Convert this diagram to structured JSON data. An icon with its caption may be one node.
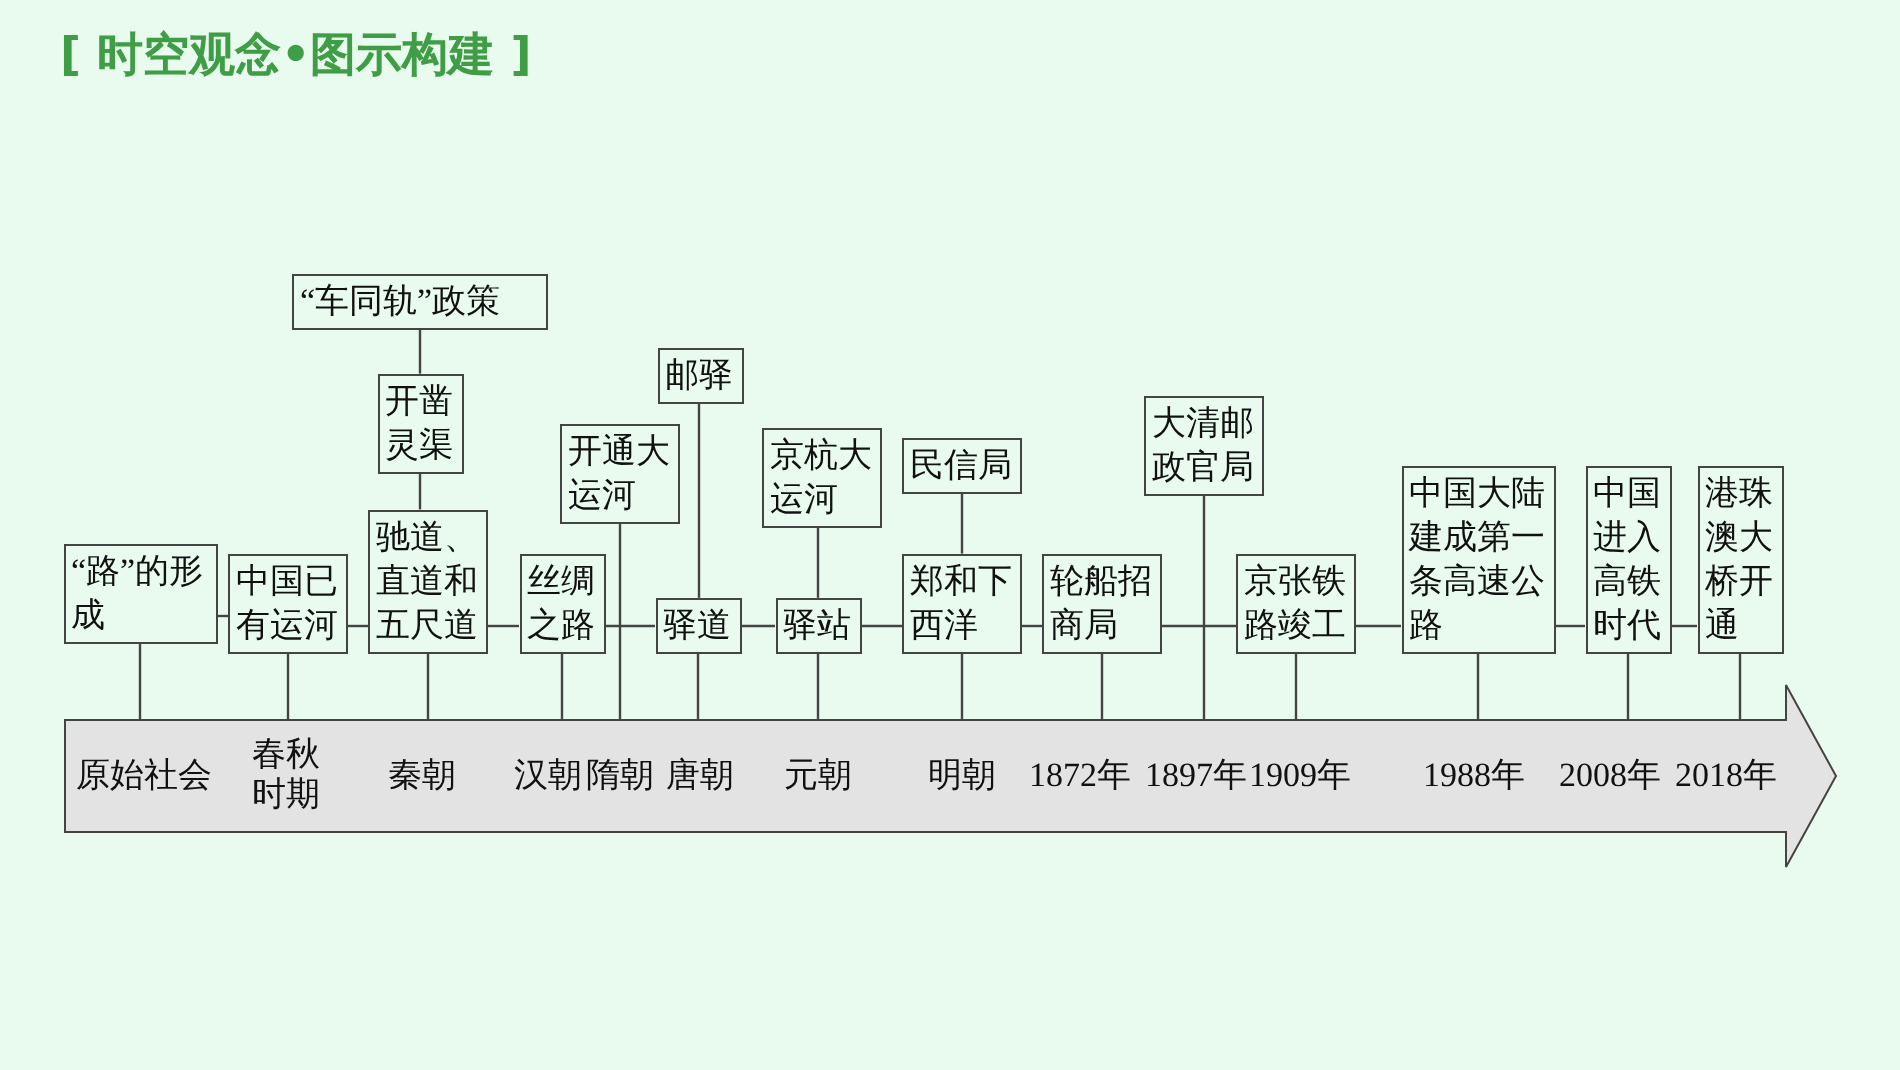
{
  "diagram": {
    "title": "[ 时空观念•图示构建 ]",
    "nodes": [
      {
        "text": [
          "“路”的形成"
        ]
      },
      {
        "text": [
          "中国已有运河"
        ]
      },
      {
        "text": [
          "“车同轨”政策"
        ]
      },
      {
        "text": [
          "开凿灵渠"
        ]
      },
      {
        "text": [
          "驰道、直道和五尺道"
        ]
      },
      {
        "text": [
          "丝绸之路"
        ]
      },
      {
        "text": [
          "开通大运河"
        ]
      },
      {
        "text": [
          "邮驿"
        ]
      },
      {
        "text": [
          "驿道"
        ]
      },
      {
        "text": [
          "京杭大运河"
        ]
      },
      {
        "text": [
          "驿站"
        ]
      },
      {
        "text": [
          "民信局"
        ]
      },
      {
        "text": [
          "郑和下西洋"
        ]
      },
      {
        "text": [
          "轮船招商局"
        ]
      },
      {
        "text": [
          "大清邮政官局"
        ]
      },
      {
        "text": [
          "京张铁路竣工"
        ]
      },
      {
        "text": [
          "中国大陆建成第一条高速公路"
        ]
      },
      {
        "text": [
          "中国进入高铁时代"
        ]
      },
      {
        "text": [
          "港珠澳大桥开通"
        ]
      },
      {
        "text": [
          "原始社会",
          "春秋时期",
          "秦朝",
          "汉朝",
          "隋朝",
          "唐朝",
          "元朝",
          "明朝",
          "1872年",
          "1897年",
          "1909年",
          "1988年",
          "2008年",
          "2018年"
        ]
      }
    ],
    "edges": [
      {
        "from": 0,
        "to": 1,
        "arrow": "none"
      },
      {
        "from": 1,
        "to": 4,
        "arrow": "none"
      },
      {
        "from": 4,
        "to": 5,
        "arrow": "none"
      },
      {
        "from": 5,
        "to": 8,
        "arrow": "none"
      },
      {
        "from": 8,
        "to": 10,
        "arrow": "none"
      },
      {
        "from": 10,
        "to": 12,
        "arrow": "none"
      },
      {
        "from": 12,
        "to": 13,
        "arrow": "none"
      },
      {
        "from": 13,
        "to": 15,
        "arrow": "none"
      },
      {
        "from": 15,
        "to": 16,
        "arrow": "none"
      },
      {
        "from": 16,
        "to": 17,
        "arrow": "none"
      },
      {
        "from": 17,
        "to": 18,
        "arrow": "none"
      },
      {
        "from": 2,
        "to": 3,
        "arrow": "none"
      },
      {
        "from": 3,
        "to": 4,
        "arrow": "none"
      },
      {
        "from": 7,
        "to": 8,
        "arrow": "none"
      },
      {
        "from": 9,
        "to": 10,
        "arrow": "none"
      },
      {
        "from": 11,
        "to": 12,
        "arrow": "none"
      },
      {
        "from": 0,
        "to": 19,
        "arrow": "none"
      },
      {
        "from": 1,
        "to": 19,
        "arrow": "none"
      },
      {
        "from": 4,
        "to": 19,
        "arrow": "none"
      },
      {
        "from": 5,
        "to": 19,
        "arrow": "none"
      },
      {
        "from": 6,
        "to": 19,
        "arrow": "none"
      },
      {
        "from": 8,
        "to": 19,
        "arrow": "none"
      },
      {
        "from": 10,
        "to": 19,
        "arrow": "none"
      },
      {
        "from": 12,
        "to": 19,
        "arrow": "none"
      },
      {
        "from": 13,
        "to": 19,
        "arrow": "none"
      },
      {
        "from": 14,
        "to": 19,
        "arrow": "none"
      },
      {
        "from": 15,
        "to": 19,
        "arrow": "none"
      },
      {
        "from": 16,
        "to": 19,
        "arrow": "none"
      },
      {
        "from": 17,
        "to": 19,
        "arrow": "none"
      },
      {
        "from": 18,
        "to": 19,
        "arrow": "none"
      }
    ]
  }
}
